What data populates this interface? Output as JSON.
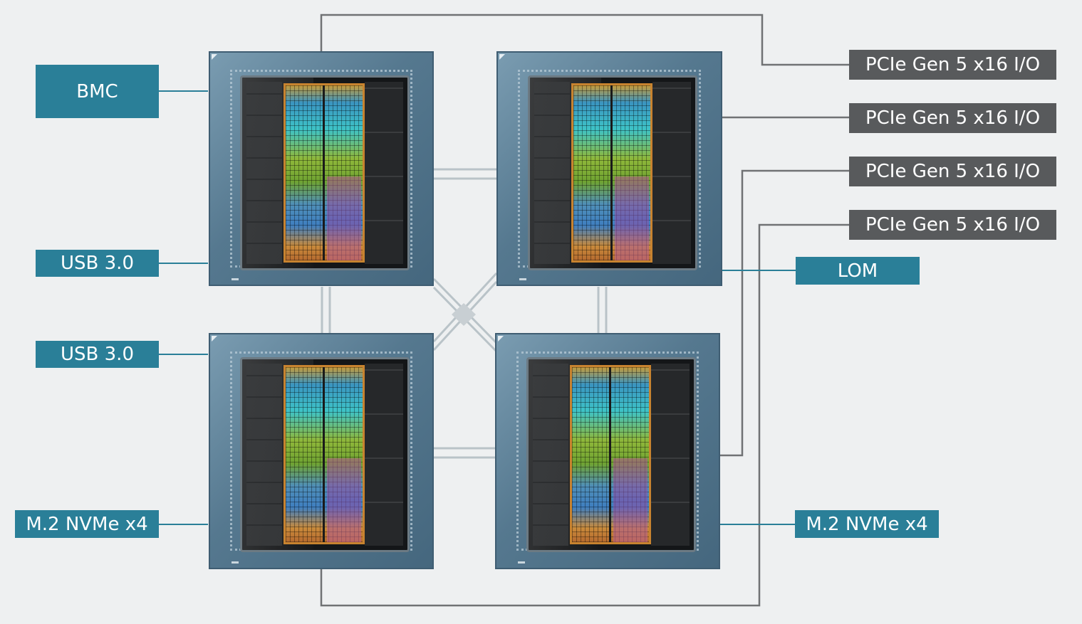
{
  "colors": {
    "teal_label": "#2a7f98",
    "gray_label": "#585a5c",
    "wire_gray": "#707274",
    "wire_teal": "#2a7f98",
    "background": "#eef0f1"
  },
  "chips": [
    {
      "id": "top-left"
    },
    {
      "id": "top-right"
    },
    {
      "id": "bottom-left"
    },
    {
      "id": "bottom-right"
    }
  ],
  "labels": {
    "bmc": "BMC",
    "usb_top": "USB 3.0",
    "usb_bottom": "USB 3.0",
    "nvme_left": "M.2 NVMe x4",
    "nvme_right": "M.2 NVMe x4",
    "lom": "LOM",
    "pcie_1": "PCIe Gen 5 x16 I/O",
    "pcie_2": "PCIe Gen 5 x16 I/O",
    "pcie_3": "PCIe Gen 5 x16 I/O",
    "pcie_4": "PCIe Gen 5 x16 I/O"
  }
}
